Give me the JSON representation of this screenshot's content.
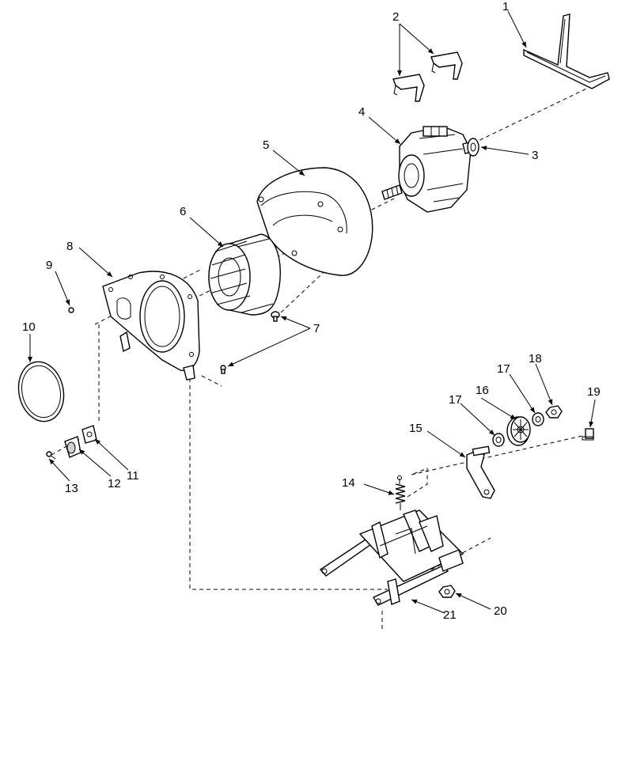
{
  "callouts": [
    {
      "id": "1",
      "label": "1"
    },
    {
      "id": "2",
      "label": "2"
    },
    {
      "id": "3",
      "label": "3"
    },
    {
      "id": "4",
      "label": "4"
    },
    {
      "id": "5",
      "label": "5"
    },
    {
      "id": "6",
      "label": "6"
    },
    {
      "id": "7",
      "label": "7"
    },
    {
      "id": "8",
      "label": "8"
    },
    {
      "id": "9",
      "label": "9"
    },
    {
      "id": "10",
      "label": "10"
    },
    {
      "id": "11",
      "label": "11"
    },
    {
      "id": "12",
      "label": "12"
    },
    {
      "id": "13",
      "label": "13"
    },
    {
      "id": "14",
      "label": "14"
    },
    {
      "id": "15",
      "label": "15"
    },
    {
      "id": "16",
      "label": "16"
    },
    {
      "id": "17a",
      "label": "17"
    },
    {
      "id": "17b",
      "label": "17"
    },
    {
      "id": "18",
      "label": "18"
    },
    {
      "id": "19",
      "label": "19"
    },
    {
      "id": "20",
      "label": "20"
    },
    {
      "id": "21",
      "label": "21"
    }
  ]
}
